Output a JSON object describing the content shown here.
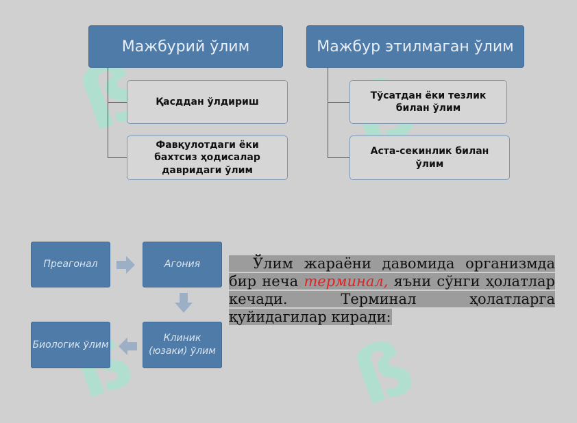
{
  "diagram": {
    "left_header": "Мажбурий ўлим",
    "left_items": [
      "Қасддан ўлдириш",
      "Фавқулотдаги ёки бахтсиз ҳодисалар давридаги ўлим"
    ],
    "right_header": "Мажбур этилмаган ўлим",
    "right_items": [
      "Тўсатдан ёки тезлик билан ўлим",
      "Аста-секинлик билан ўлим"
    ]
  },
  "stages": [
    "Преагонал",
    "Агония",
    "Клиник (юзаки) ўлим",
    "Биологик ўлим"
  ],
  "text": {
    "part1": "Ўлим жараёни давомида организмда бир неча",
    "highlight": "терминал,",
    "part2": "яъни сўнги ҳолатлар кечади. Терминал ҳолатларга қуйидагилар киради:"
  },
  "colors": {
    "box": "#4e7ba8",
    "background": "#d0d0d0",
    "highlight": "#e02222"
  }
}
